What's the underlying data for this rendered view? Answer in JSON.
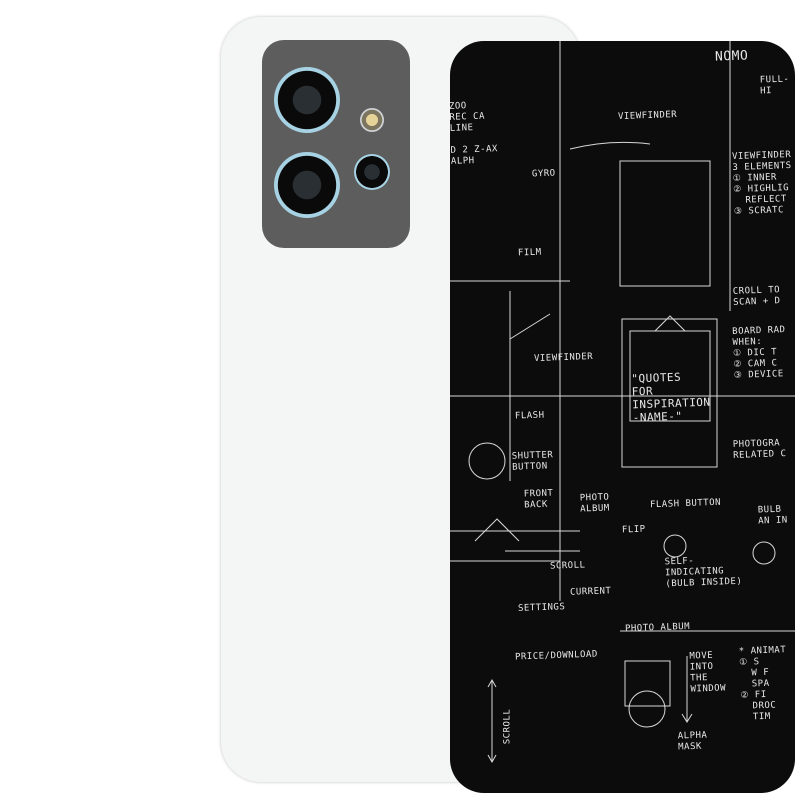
{
  "product": {
    "case_color": "#f4f5f5",
    "back_color": "#0c0c0c",
    "camera_module_color": "#5d5d5d",
    "lens_ring_color": "#a6d2e4"
  },
  "notes": {
    "nomo": "NOMO",
    "full": "FULL-\nHI",
    "viewfinder_top": "VIEWFINDER",
    "viewfinder_list": "VIEWFINDER\n3 ELEMENTS\n① INNER\n② HIGHLIG\n  REFLECT\n③ SCRATC",
    "scroll_right": "CROLL TO\nSCAN + D",
    "board": "BOARD RAD\nWHEN:\n① DIC T\n② CAM C\n③ DEVICE",
    "photograph": "PHOTOGRA\nRELATED C",
    "gyro": "GYRO",
    "film": "FILM",
    "left_notes": "ZOO\nREC CA\nLINE\n\nD 2 Z-AX\nALPH",
    "viewfinder_mid": "VIEWFINDER",
    "quotes": "\"QUOTES\nFOR\nINSPIRATION\n-NAME-\"",
    "flash": "FLASH",
    "shutter": "SHUTTER\nBUTTON",
    "front_back": "FRONT\nBACK",
    "photo_album_small": "PHOTO\nALBUM",
    "flash_button": "FLASH BUTTON",
    "bulb": "BULB\nAN IN",
    "flip": "FLIP",
    "self_indicating": "SELF-\nINDICATING\n(BULB INSIDE)",
    "scroll": "SCROLL",
    "current": "CURRENT",
    "settings": "SETTINGS",
    "photo_album": "PHOTO ALBUM",
    "price": "PRICE/DOWNLOAD",
    "move": "MOVE\nINTO\nTHE\nWINDOW",
    "animate": "* ANIMAT\n① S\n  W F\n  SPA\n② FI\n  DROC\n  TIM",
    "scroll_vertical": "SCROLL",
    "alpha_mask": "ALPHA\nMASK"
  }
}
